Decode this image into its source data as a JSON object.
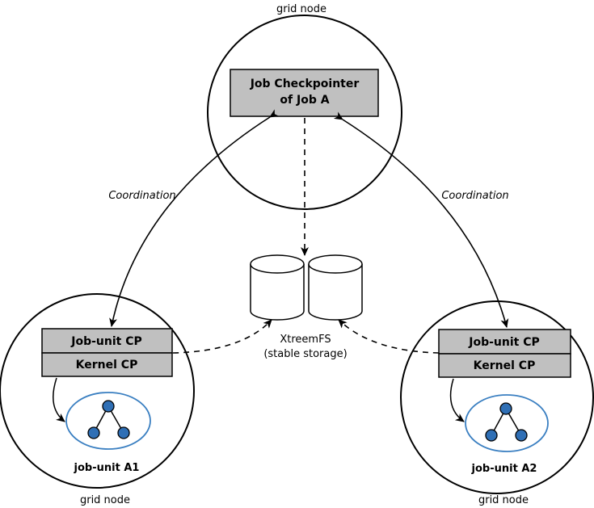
{
  "nodes": {
    "top": {
      "label": "grid node",
      "checkpointer_line1": "Job Checkpointer",
      "checkpointer_line2": "of Job A"
    },
    "left": {
      "label": "grid node",
      "jobunit_cp": "Job-unit CP",
      "kernel_cp": "Kernel CP",
      "unit_label": "job-unit A1"
    },
    "right": {
      "label": "grid node",
      "jobunit_cp": "Job-unit CP",
      "kernel_cp": "Kernel CP",
      "unit_label": "job-unit A2"
    }
  },
  "edges": {
    "coordination_left": "Coordination",
    "coordination_right": "Coordination"
  },
  "storage": {
    "name": "XtreemFS",
    "subtitle": "(stable storage)"
  },
  "colors": {
    "box_fill": "#c0c0c0",
    "process_ellipse": "#3a7fc1",
    "process_node": "#2f6fb5",
    "stroke": "#000000"
  }
}
